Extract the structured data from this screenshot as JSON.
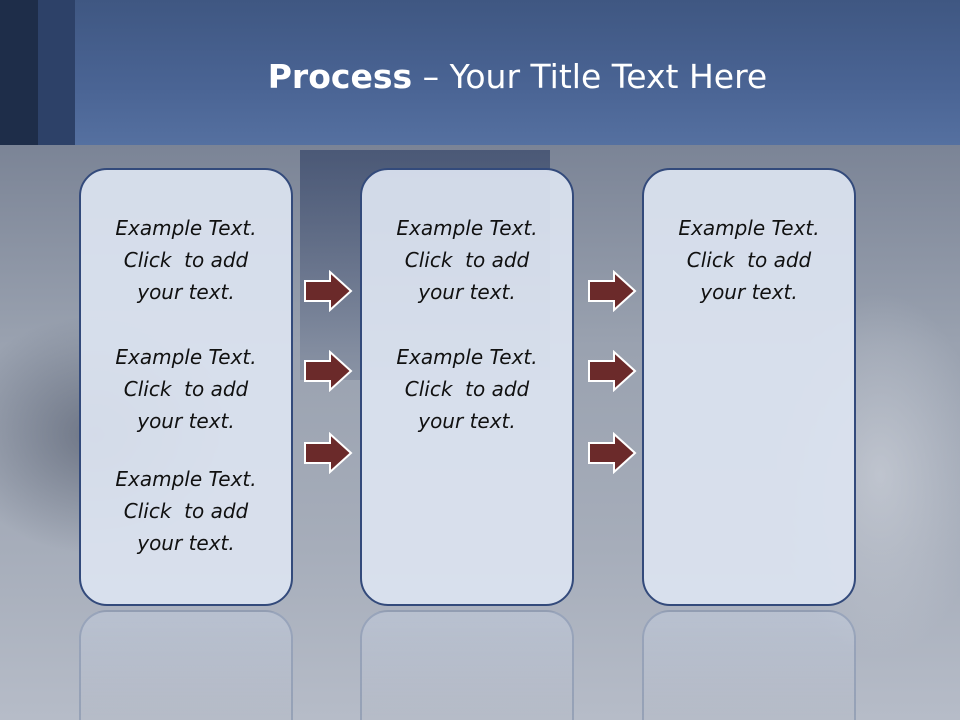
{
  "slide": {
    "title_bold": "Process",
    "title_rest": " – Your Title Text Here"
  },
  "columns": [
    {
      "items": [
        {
          "line1": "Example Text.",
          "line2": "Click  to add",
          "line3": "your text."
        },
        {
          "line1": "Example Text.",
          "line2": "Click  to add",
          "line3": "your text."
        },
        {
          "line1": "Example Text.",
          "line2": "Click  to add",
          "line3": "your text."
        }
      ]
    },
    {
      "items": [
        {
          "line1": "Example Text.",
          "line2": "Click  to add",
          "line3": "your text."
        },
        {
          "line1": "Example Text.",
          "line2": "Click  to add",
          "line3": "your text."
        }
      ]
    },
    {
      "items": [
        {
          "line1": "Example Text.",
          "line2": "Click  to add",
          "line3": "your text."
        }
      ]
    }
  ],
  "colors": {
    "header": "#4a6494",
    "box_border": "#334a7b",
    "arrow_fill": "#6b2a2a"
  },
  "icons": [
    "right-arrow-icon"
  ]
}
